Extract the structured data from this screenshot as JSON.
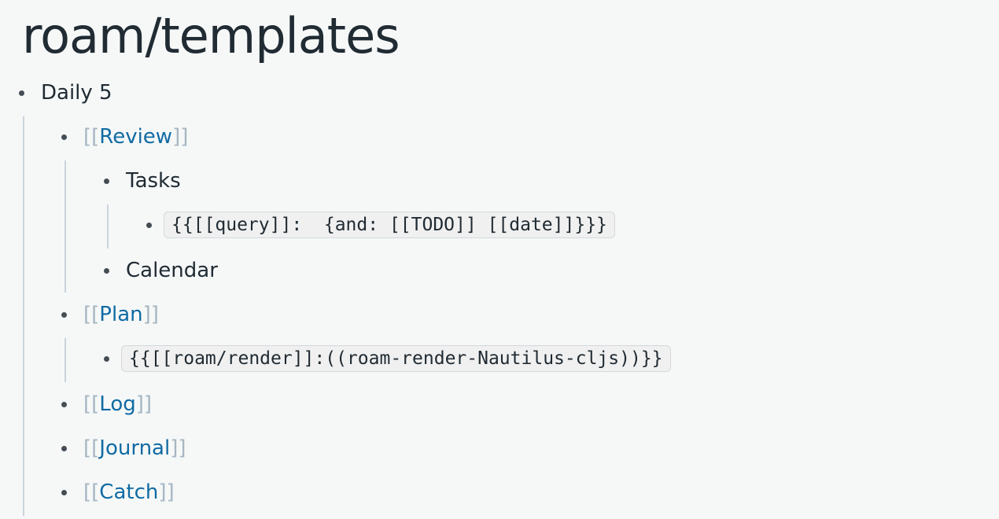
{
  "page": {
    "title": "roam/templates"
  },
  "blocks": {
    "daily5": {
      "text": "Daily 5"
    },
    "review": {
      "open": "[[",
      "label": "Review",
      "close": "]]"
    },
    "tasks": {
      "text": "Tasks"
    },
    "query": {
      "code": "{{[[query]]:  {and: [[TODO]] [[date]]}}}"
    },
    "calendar": {
      "text": "Calendar"
    },
    "plan": {
      "open": "[[",
      "label": "Plan",
      "close": "]]"
    },
    "render": {
      "code": "{{[[roam/render]]:((roam-render-Nautilus-cljs))}}"
    },
    "log": {
      "open": "[[",
      "label": "Log",
      "close": "]]"
    },
    "journal": {
      "open": "[[",
      "label": "Journal",
      "close": "]]"
    },
    "catch": {
      "open": "[[",
      "label": "Catch",
      "close": "]]"
    }
  },
  "colors": {
    "background": "#f6f8f8",
    "text": "#202b33",
    "link": "#106ba3",
    "bracket": "#a7b6c2",
    "guide_line": "#c9d3db",
    "code_background": "#f0f0f0"
  }
}
